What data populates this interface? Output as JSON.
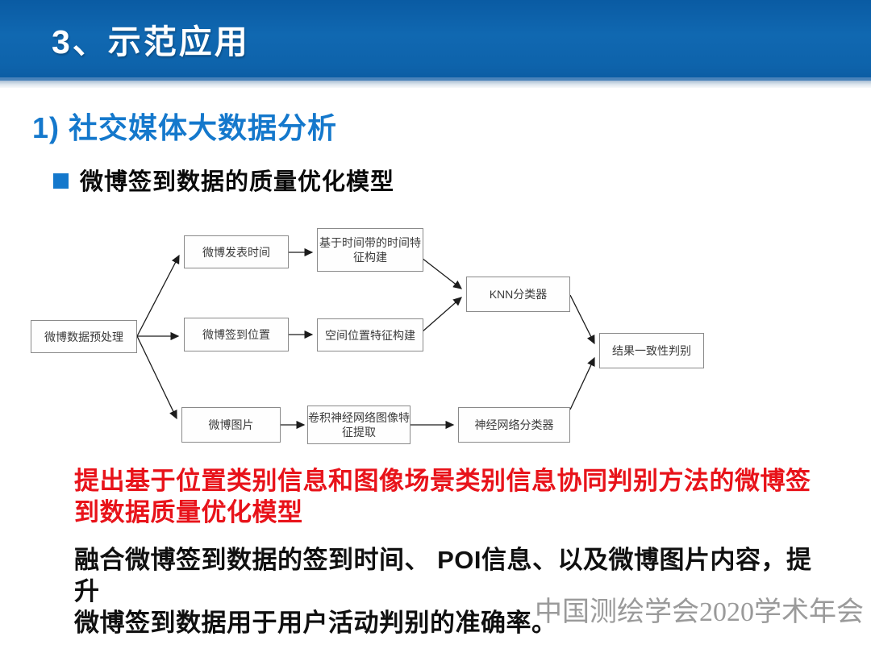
{
  "header": {
    "title": "3、示范应用",
    "bar_color": "#0e63ab"
  },
  "section": {
    "heading": "1) 社交媒体大数据分析",
    "bullet": "微博签到数据的质量优化模型",
    "accent_color": "#1478cc"
  },
  "flowchart": {
    "nodes": [
      {
        "id": "preprocess",
        "label": "微博数据预处理"
      },
      {
        "id": "post-time",
        "label": "微博发表时间"
      },
      {
        "id": "time-feature",
        "label": "基于时间带的时间特征构建"
      },
      {
        "id": "checkin-location",
        "label": "微博签到位置"
      },
      {
        "id": "spatial-feature",
        "label": "空间位置特征构建"
      },
      {
        "id": "knn",
        "label": "KNN分类器"
      },
      {
        "id": "weibo-image",
        "label": "微博图片"
      },
      {
        "id": "cnn-feature",
        "label": "卷积神经网络图像特征提取"
      },
      {
        "id": "nn-classifier",
        "label": "神经网络分类器"
      },
      {
        "id": "result",
        "label": "结果一致性判别"
      }
    ]
  },
  "highlight": {
    "color": "#e8131a",
    "lines": [
      "提出基于位置类别信息和图像场景类别信息协同判别方法的微博签",
      "到数据质量优化模型"
    ]
  },
  "summary": {
    "lines": [
      "融合微博签到数据的签到时间、 POI信息、以及微博图片内容，提升",
      "微博签到数据用于用户活动判别的准确率。"
    ]
  },
  "watermark": {
    "text": "中国测绘学会2020学术年会",
    "color": "#9a9a9a"
  }
}
